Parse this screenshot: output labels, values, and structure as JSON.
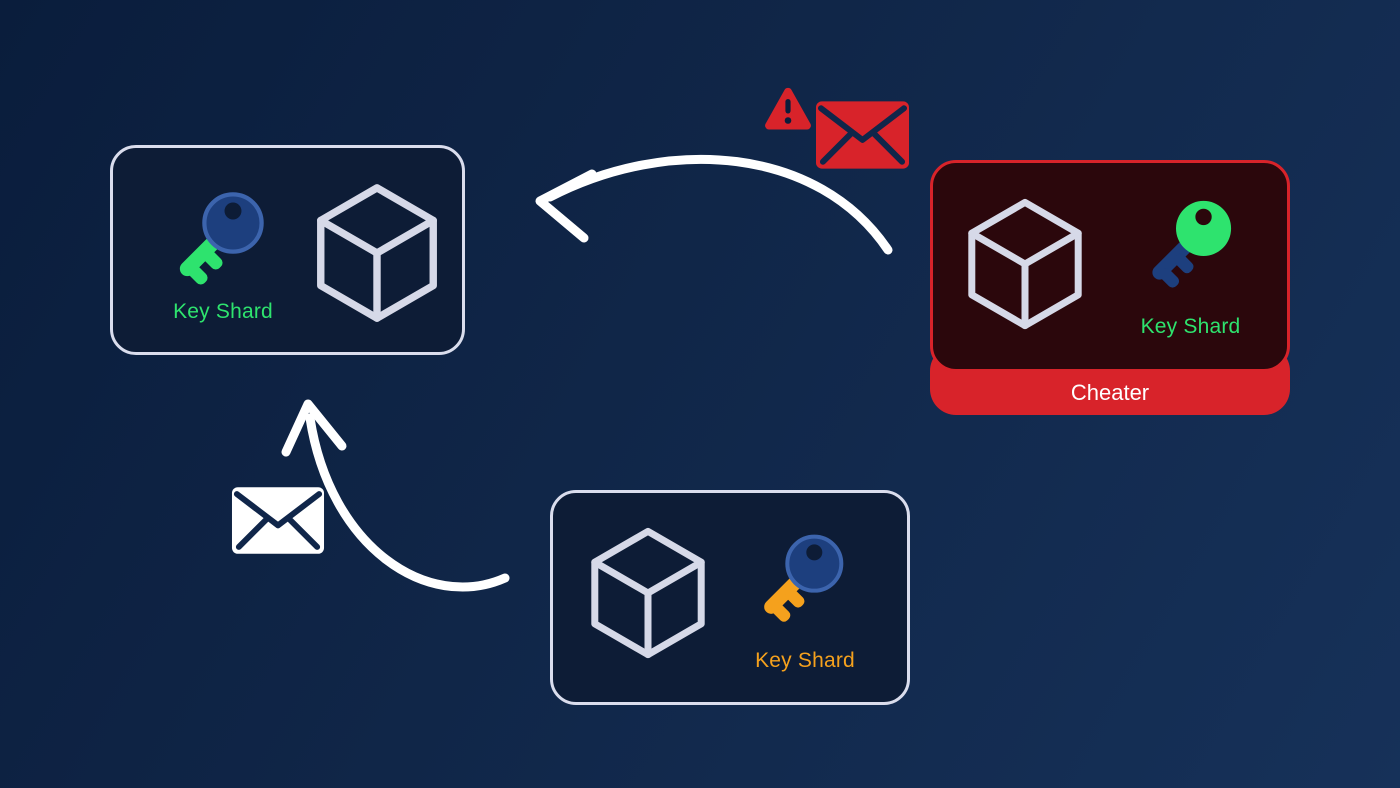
{
  "nodes": {
    "top_left": {
      "label": "Key Shard"
    },
    "cheater": {
      "label": "Key Shard",
      "banner": "Cheater"
    },
    "bottom": {
      "label": "Key Shard"
    }
  },
  "icons": {
    "key": "key-icon (two-tone key with round head and two teeth)",
    "cube": "cube-icon (wireframe isometric cube)",
    "envelope_white": "envelope-icon (white message)",
    "envelope_red": "envelope-icon (red malicious message)",
    "warning": "warning-triangle-icon",
    "arrows": "hand-drawn curved white arrows pointing to top-left node"
  },
  "colors": {
    "background_start": "#0a1d3c",
    "background_end": "#163159",
    "card_navy": "#0d1c36",
    "card_border": "#dadded",
    "cheater_bg": "#2b070c",
    "red": "#d8232a",
    "green": "#2ee36e",
    "orange": "#f5a11d",
    "key_navy": "#1d3f7e",
    "key_outline": "#3c64ad",
    "cube_stroke": "#d6d9e8",
    "white": "#ffffff"
  }
}
